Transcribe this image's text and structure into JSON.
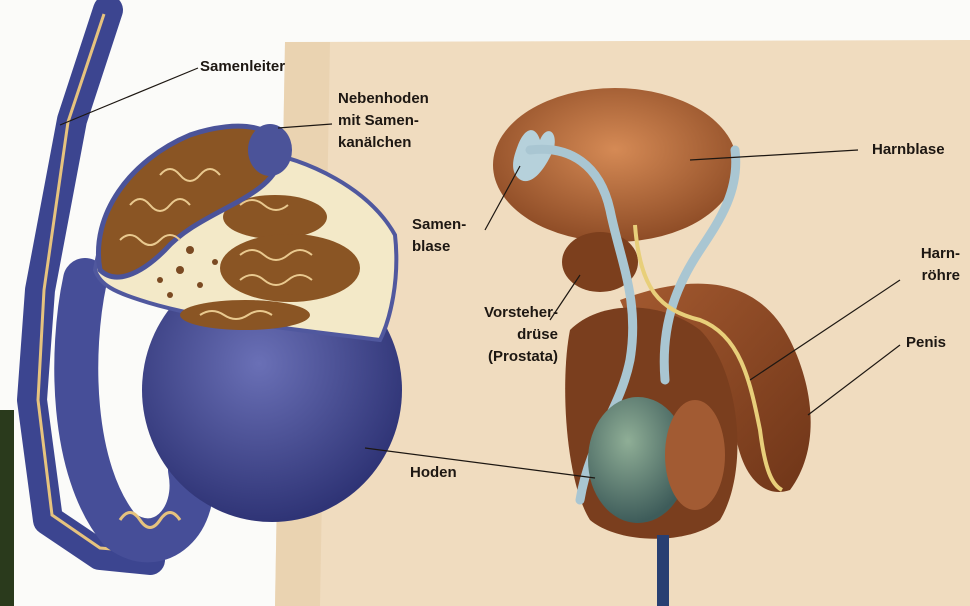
{
  "colors": {
    "background": "#fbfbf9",
    "parchment": "#f0dcbf",
    "testis_blue": "#4a509a",
    "tubule_brown": "#8a5524",
    "bladder": "#b8703e",
    "duct_blue": "#a9c6d2",
    "urethra_yellow": "#e8cf7a",
    "label_text": "#1d1712"
  },
  "labels": {
    "samenleiter": "Samenleiter",
    "nebenhoden": [
      "Nebenhoden",
      "mit Samen-",
      "kanälchen"
    ],
    "harnblase": "Harnblase",
    "samenblase": [
      "Samen-",
      "blase"
    ],
    "harnroehre": [
      "Harn-",
      "röhre"
    ],
    "vorsteherdruese": [
      "Vorsteher-",
      "drüse",
      "(Prostata)"
    ],
    "penis": "Penis",
    "hoden": "Hoden"
  }
}
